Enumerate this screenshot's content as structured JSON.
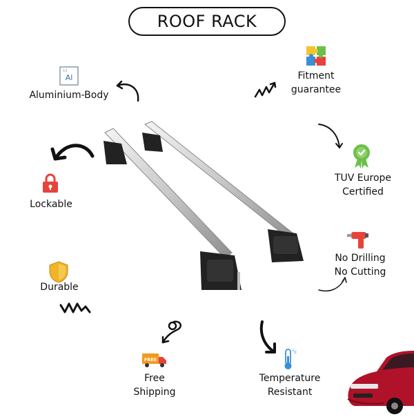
{
  "title": "ROOF RACK",
  "features": {
    "aluminium": {
      "label": "Aluminium-Body",
      "icon_text": "Al",
      "icon_num": "13"
    },
    "fitment": {
      "line1": "Fitment",
      "line2": "guarantee"
    },
    "lockable": {
      "label": "Lockable"
    },
    "tuv": {
      "line1": "TUV Europe",
      "line2": "Certified"
    },
    "drilling": {
      "line1": "No Drilling",
      "line2": "No Cutting"
    },
    "durable": {
      "label": "Durable"
    },
    "shipping": {
      "line1": "Free",
      "line2": "Shipping",
      "truck_text": "FREE"
    },
    "temperature": {
      "line1": "Temperature",
      "line2": "Resistant",
      "icon_unit": "°c"
    }
  },
  "icons": {
    "aluminium": "aluminium-element-icon",
    "fitment": "puzzle-icon",
    "lockable": "padlock-icon",
    "tuv": "certified-badge-icon",
    "drilling": "drill-icon",
    "durable": "shield-icon",
    "shipping": "delivery-truck-icon",
    "temperature": "thermometer-icon"
  },
  "colors": {
    "lock": "#e8433a",
    "shield": "#f0b429",
    "badge": "#6cc04a",
    "drill": "#e8433a",
    "truck": "#f29a1f",
    "thermo": "#3a8fd9",
    "car": "#b0122a"
  }
}
